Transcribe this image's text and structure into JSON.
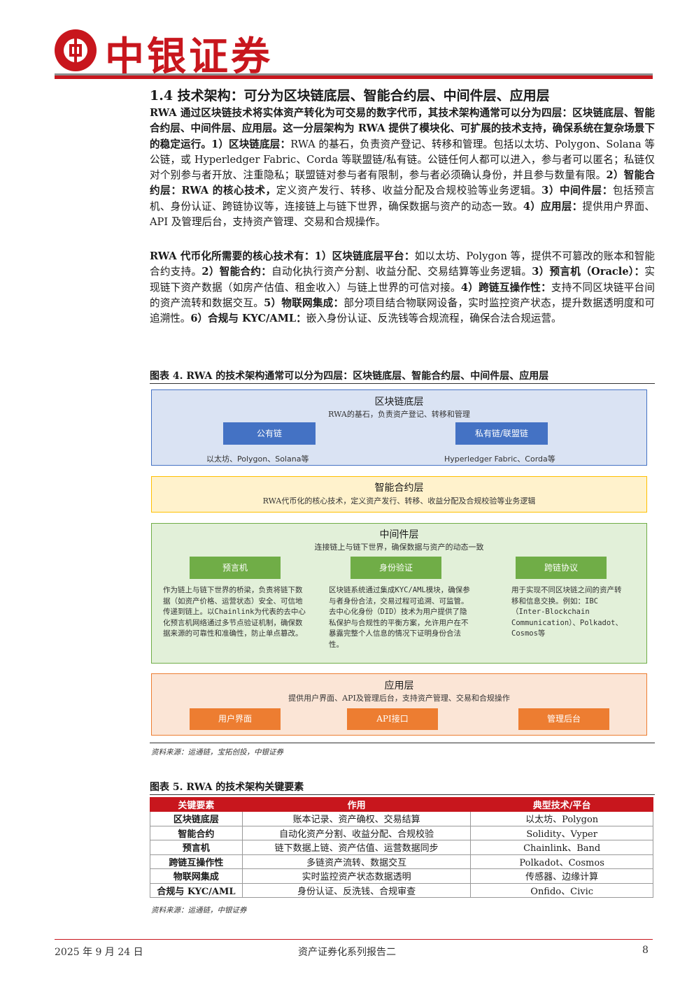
{
  "header": {
    "brand": "中银证券"
  },
  "section": {
    "heading": "1.4 技术架构：可分为区块链底层、智能合约层、中间件层、应用层",
    "p1": [
      {
        "t": "RWA 通过区块链技术将实体资产转化为可交易的数字代币，其技术架构通常可以分为四层：区块链底层、智能合约层、中间件层、应用层。这一分层架构为 RWA 提供了模块化、可扩展的技术支持，确保系统在复杂场景下的稳定运行。1）区块链底层：",
        "b": true
      },
      {
        "t": "RWA 的基石，负责资产登记、转移和管理。包括以太坊、Polygon、Solana 等公链，或 Hyperledger Fabric、Corda 等联盟链/私有链。公链任何人都可以进入，参与者可以匿名；私链仅对个别参与者开放、注重隐私；联盟链对参与者有限制，参与者必须确认身份，并且参与数量有限。",
        "b": false
      },
      {
        "t": "2）智能合约层：RWA 的核心技术，",
        "b": true
      },
      {
        "t": "定义资产发行、转移、收益分配及合规校验等业务逻辑。",
        "b": false
      },
      {
        "t": "3）中间件层：",
        "b": true
      },
      {
        "t": "包括预言机、身份认证、跨链协议等，连接链上与链下世界，确保数据与资产的动态一致。",
        "b": false
      },
      {
        "t": "4）应用层：",
        "b": true
      },
      {
        "t": "提供用户界面、API 及管理后台，支持资产管理、交易和合规操作。",
        "b": false
      }
    ],
    "p2": [
      {
        "t": "RWA 代币化所需要的核心技术有：1）区块链底层平台：",
        "b": true
      },
      {
        "t": "如以太坊、Polygon 等，提供不可篡改的账本和智能合约支持。",
        "b": false
      },
      {
        "t": "2）智能合约：",
        "b": true
      },
      {
        "t": "自动化执行资产分割、收益分配、交易结算等业务逻辑。",
        "b": false
      },
      {
        "t": "3）预言机（Oracle）：",
        "b": true
      },
      {
        "t": "实现链下资产数据（如房产估值、租金收入）与链上世界的可信对接。",
        "b": false
      },
      {
        "t": "4）跨链互操作性：",
        "b": true
      },
      {
        "t": "支持不同区块链平台间的资产流转和数据交互。",
        "b": false
      },
      {
        "t": "5）物联网集成：",
        "b": true
      },
      {
        "t": "部分项目结合物联网设备，实时监控资产状态，提升数据透明度和可追溯性。",
        "b": false
      },
      {
        "t": "6）合规与 KYC/AML：",
        "b": true
      },
      {
        "t": "嵌入身份认证、反洗钱等合规流程，确保合法合规运营。",
        "b": false
      }
    ]
  },
  "figure4": {
    "title": "图表 4. RWA 的技术架构通常可以分为四层：区块链底层、智能合约层、中间件层、应用层",
    "layer1": {
      "title": "区块链底层",
      "sub": "RWA的基石，负责资产登记、转移和管理",
      "btn1": "公有链",
      "note1": "以太坊、Polygon、Solana等",
      "btn2": "私有链/联盟链",
      "note2": "Hyperledger Fabric、Corda等"
    },
    "layer2": {
      "title": "智能合约层",
      "sub": "RWA代币化的核心技术，定义资产发行、转移、收益分配及合规校验等业务逻辑"
    },
    "layer3": {
      "title": "中间件层",
      "sub": "连接链上与链下世界，确保数据与资产的动态一致",
      "btn1": "预言机",
      "btn2": "身份验证",
      "btn3": "跨链协议",
      "desc1": "作为链上与链下世界的桥梁，负责将链下数据（如资产价格、运营状态）安全、可信地传递到链上。以Chainlink为代表的去中心化预言机网络通过多节点验证机制，确保数据来源的可靠性和准确性，防止单点篡改。",
      "desc2": "区块链系统通过集成KYC/AML模块，确保参与者身份合法，交易过程可追溯、可监管。去中心化身份（DID）技术为用户提供了隐私保护与合规性的平衡方案，允许用户在不暴露完整个人信息的情况下证明身份合法性。",
      "desc3": "用于实现不同区块链之间的资产转移和信息交换。例如：IBC（Inter-Blockchain Communication）、Polkadot、Cosmos等"
    },
    "layer4": {
      "title": "应用层",
      "sub": "提供用户界面、API及管理后台，支持资产管理、交易和合规操作",
      "btn1": "用户界面",
      "btn2": "API接口",
      "btn3": "管理后台"
    },
    "source": "资料来源：运通链，宝拓创投，中银证券"
  },
  "figure5": {
    "title": "图表 5. RWA 的技术架构关键要素",
    "columns": [
      "关键要素",
      "作用",
      "典型技术/平台"
    ],
    "rows": [
      [
        "区块链底层",
        "账本记录、资产确权、交易结算",
        "以太坊、Polygon"
      ],
      [
        "智能合约",
        "自动化资产分割、收益分配、合规校验",
        "Solidity、Vyper"
      ],
      [
        "预言机",
        "链下数据上链、资产估值、运营数据同步",
        "Chainlink、Band"
      ],
      [
        "跨链互操作性",
        "多链资产流转、数据交互",
        "Polkadot、Cosmos"
      ],
      [
        "物联网集成",
        "实时监控资产状态数据透明",
        "传感器、边缘计算"
      ],
      [
        "合规与 KYC/AML",
        "身份认证、反洗钱、合规审查",
        "Onfido、Civic"
      ]
    ],
    "source": "资料来源：运通链，中银证券"
  },
  "footer": {
    "date": "2025 年 9 月 24 日",
    "series": "资产证券化系列报告二",
    "page": "8"
  },
  "colors": {
    "brand_red": "#c8161d",
    "blue_btn": "#4472c4",
    "green_btn": "#70ad47",
    "orange_btn": "#ed7d31"
  }
}
